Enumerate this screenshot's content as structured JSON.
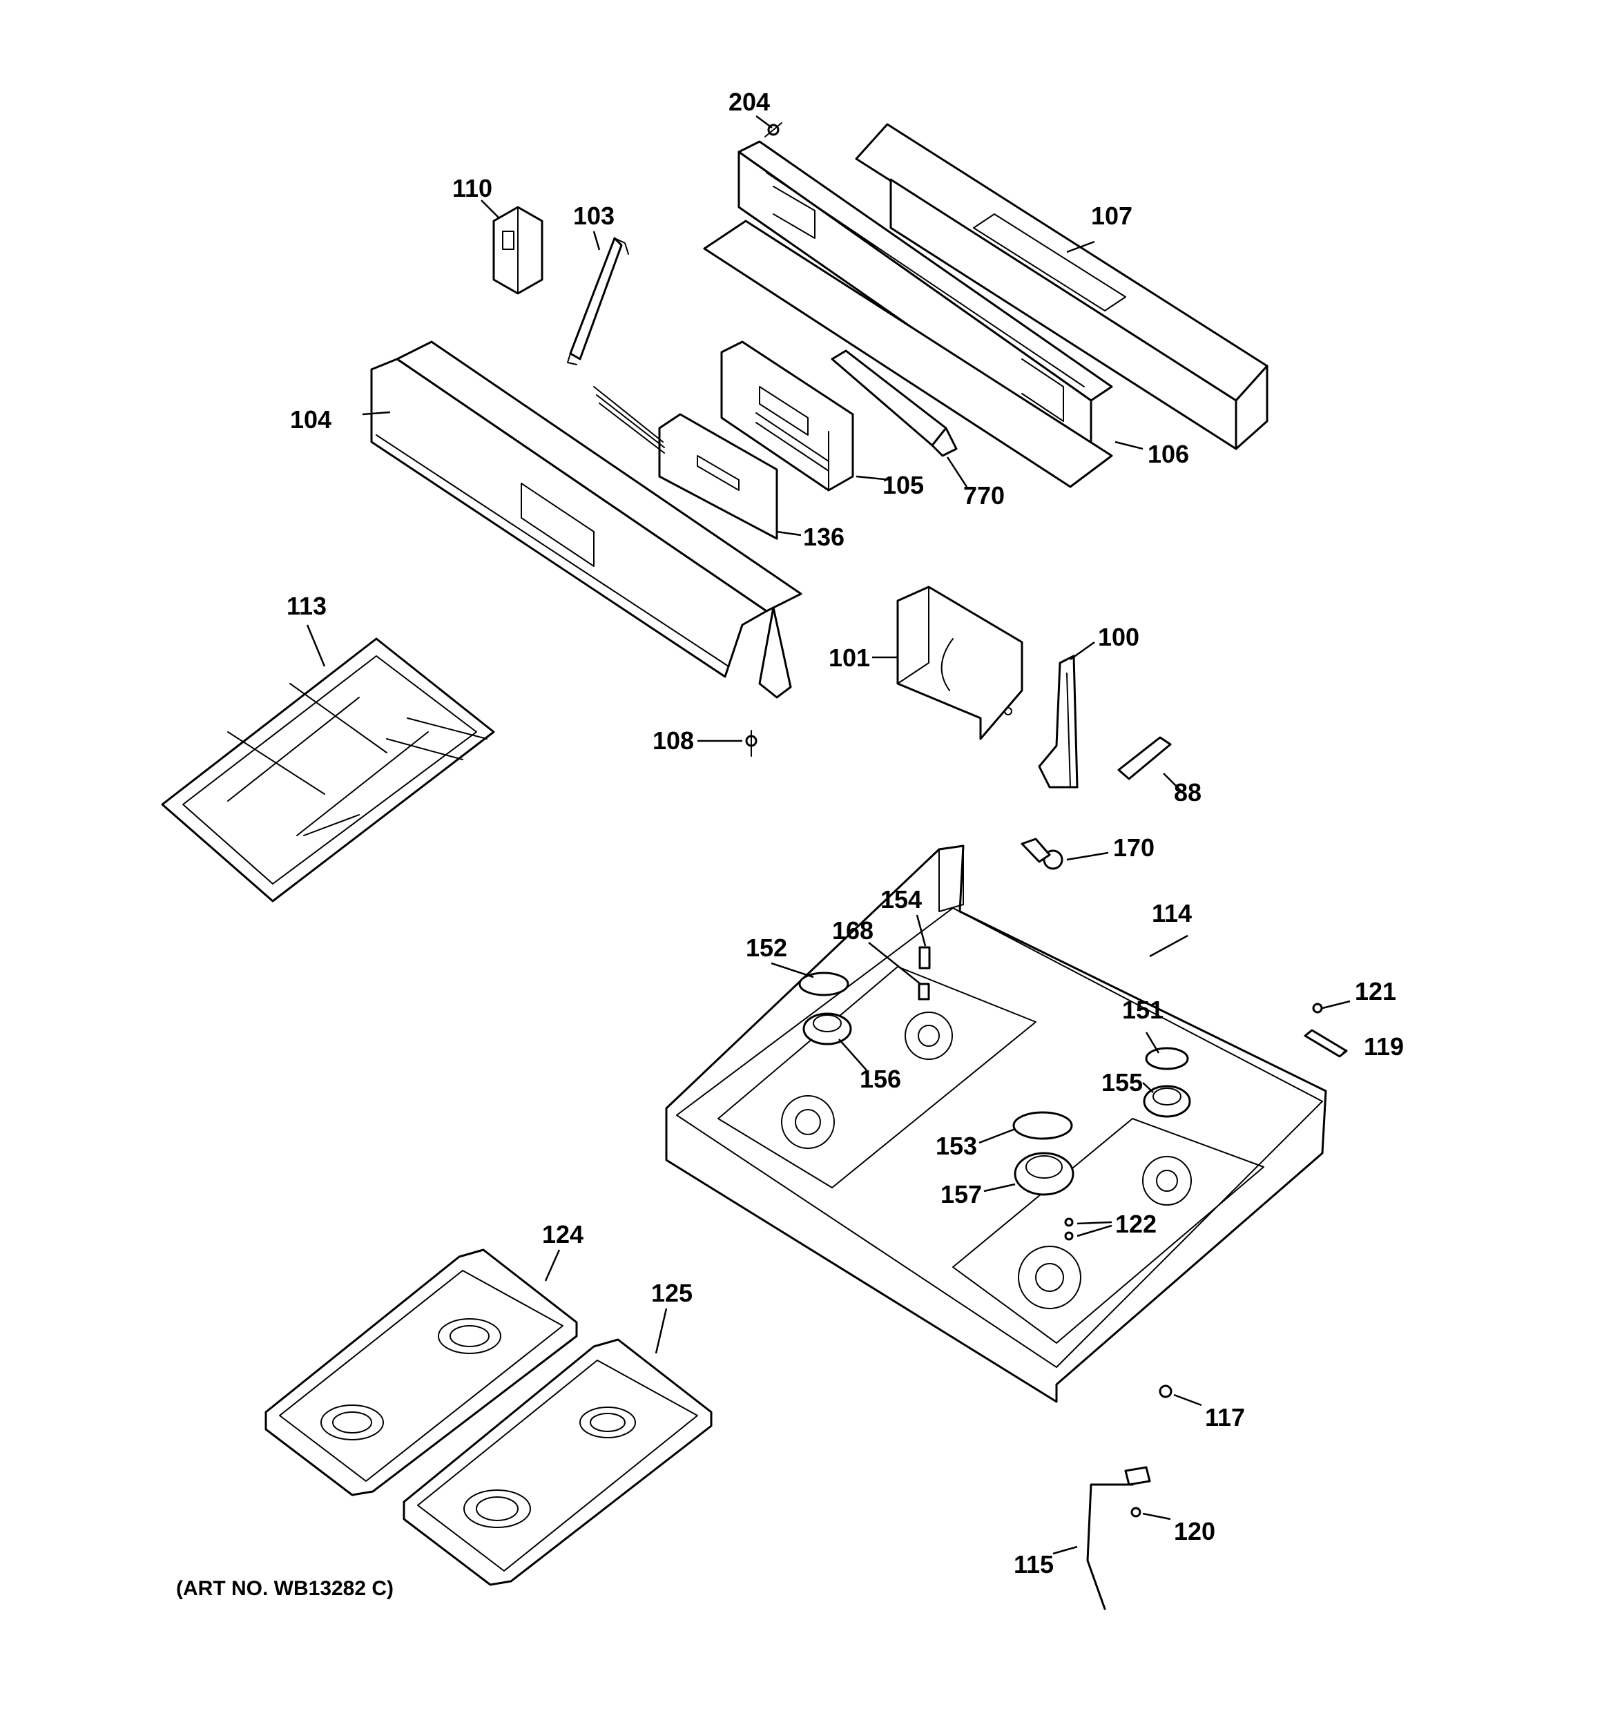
{
  "labels": {
    "p204": "204",
    "p110": "110",
    "p103": "103",
    "p107": "107",
    "p104": "104",
    "p106": "106",
    "p105": "105",
    "p770": "770",
    "p136": "136",
    "p113": "113",
    "p101": "101",
    "p100": "100",
    "p108": "108",
    "p88": "88",
    "p170": "170",
    "p154": "154",
    "p114": "114",
    "p168": "168",
    "p152": "152",
    "p121": "121",
    "p151": "151",
    "p119": "119",
    "p156": "156",
    "p155": "155",
    "p153": "153",
    "p157": "157",
    "p122": "122",
    "p124": "124",
    "p125": "125",
    "p117": "117",
    "p120": "120",
    "p115": "115"
  },
  "art_number": "(ART NO. WB13282 C)"
}
